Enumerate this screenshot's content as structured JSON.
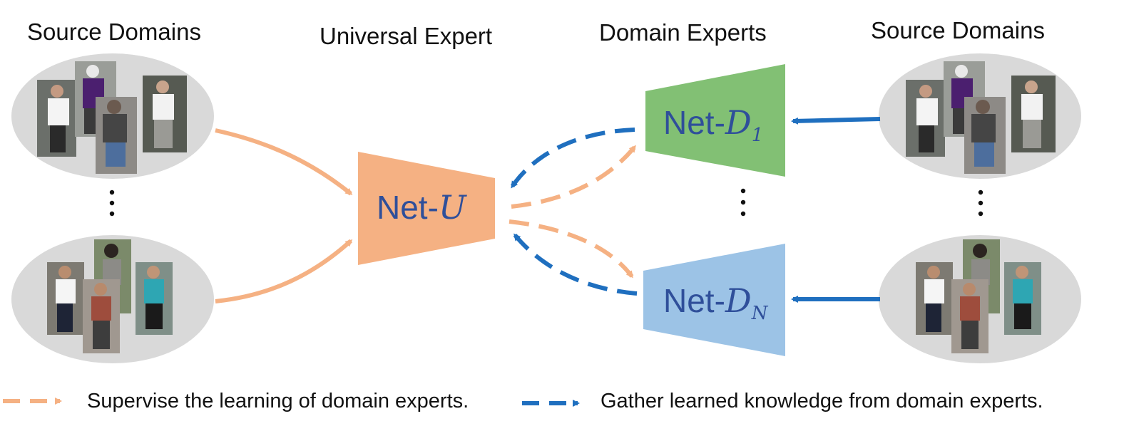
{
  "headings": {
    "source_left": "Source Domains",
    "universal": "Universal Expert",
    "domain_experts": "Domain Experts",
    "source_right": "Source Domains"
  },
  "nets": {
    "universal": {
      "prefix": "Net-",
      "symbol": "U",
      "sub": ""
    },
    "d1": {
      "prefix": "Net-",
      "symbol": "D",
      "sub": "1"
    },
    "dn": {
      "prefix": "Net-",
      "symbol": "D",
      "sub": "N"
    }
  },
  "legend": {
    "supervise": "Supervise the learning of domain experts.",
    "gather": "Gather learned knowledge from domain experts."
  },
  "colors": {
    "orange": "#f5b183",
    "green": "#82c074",
    "lightblue": "#9cc3e6",
    "blue": "#1f6fbf",
    "ellipse": "#d9d9d9",
    "net_text": "#2f4f9a"
  }
}
